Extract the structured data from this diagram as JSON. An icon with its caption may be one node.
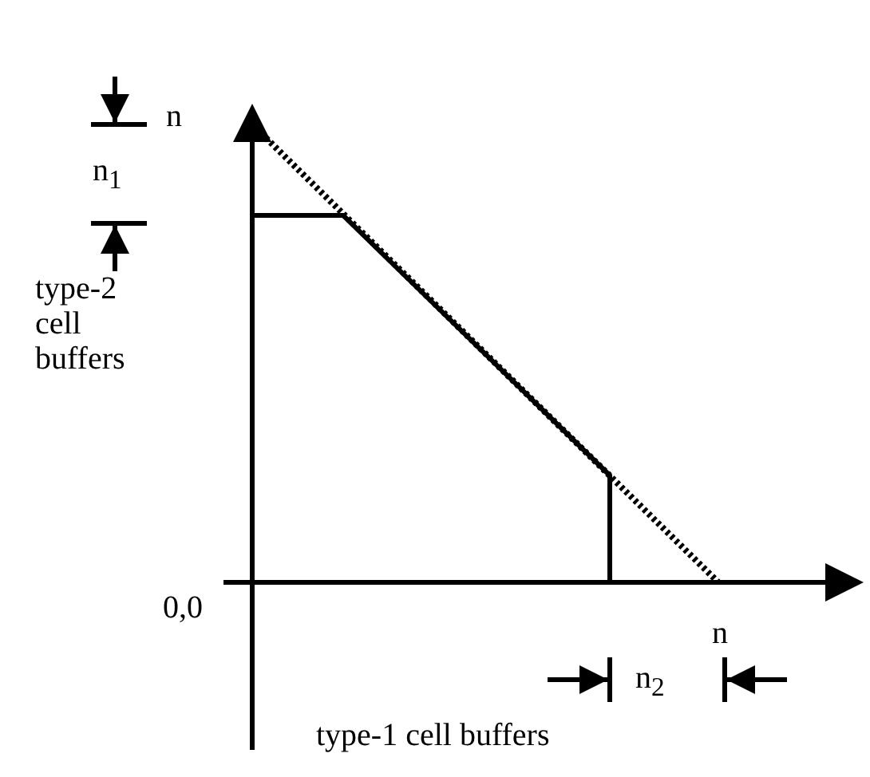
{
  "diagram": {
    "labels": [
      "n",
      "n$_{1}$",
      "type-2 cell buffers",
      "0,0",
      "n",
      "n$_{2}$",
      "type-1 cell buffers"
    ]
  }
}
